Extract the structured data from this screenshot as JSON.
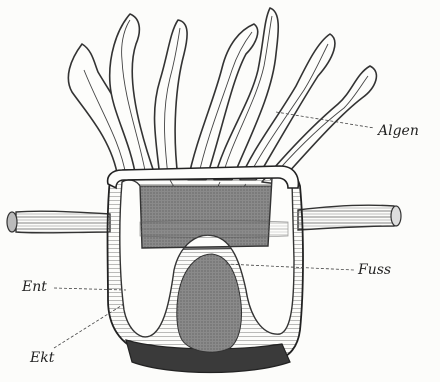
{
  "labels": {
    "algen": "Algen",
    "fuss": "Fuss",
    "ent": "Ent",
    "ekt": "Ekt"
  }
}
